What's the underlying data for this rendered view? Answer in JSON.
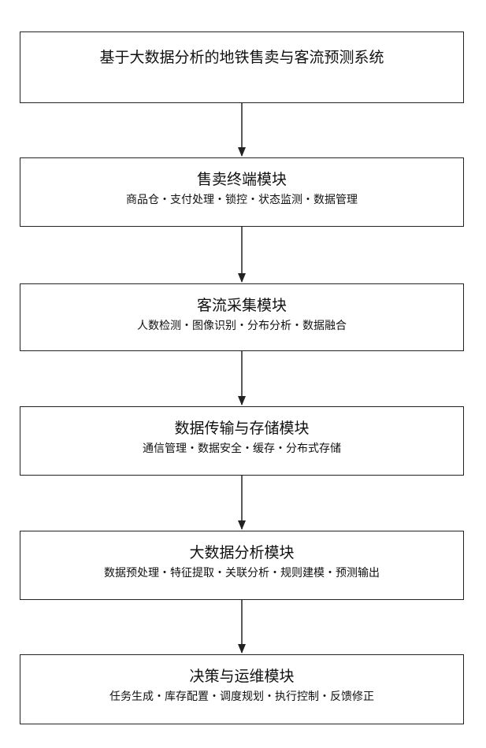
{
  "diagram": {
    "system_title": "基于大数据分析的地铁售卖与客流预测系统",
    "modules": [
      {
        "title": "售卖终端模块",
        "functions": "商品仓・支付处理・锁控・状态监测・数据管理"
      },
      {
        "title": "客流采集模块",
        "functions": "人数检测・图像识别・分布分析・数据融合"
      },
      {
        "title": "数据传输与存储模块",
        "functions": "通信管理・数据安全・缓存・分布式存储"
      },
      {
        "title": "大数据分析模块",
        "functions": "数据预处理・特征提取・关联分析・规则建模・预测输出"
      },
      {
        "title": "决策与运维模块",
        "functions": "任务生成・库存配置・调度规划・执行控制・反馈修正"
      }
    ],
    "colors": {
      "line": "#222222",
      "background": "#ffffff"
    }
  }
}
